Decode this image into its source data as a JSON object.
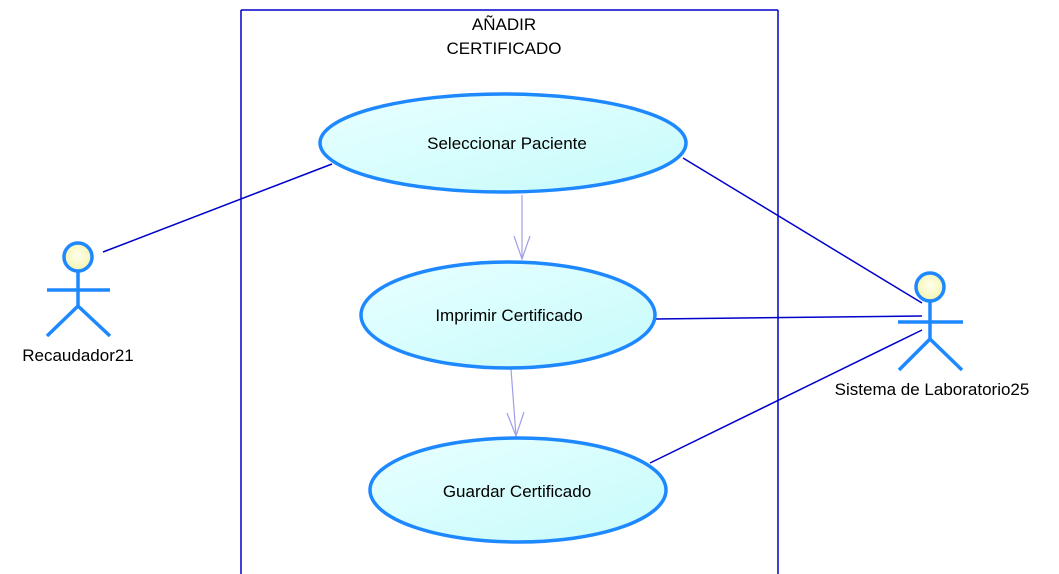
{
  "system_boundary": {
    "title_line1": "AÑADIR",
    "title_line2": "CERTIFICADO"
  },
  "use_cases": {
    "seleccionar": "Seleccionar Paciente",
    "imprimir": "Imprimir Certificado",
    "guardar": "Guardar Certificado"
  },
  "actors": {
    "recaudador": "Recaudador21",
    "sistema": "Sistema de Laboratorio25"
  },
  "colors": {
    "line": "#0000cc",
    "ellipse_stroke": "#1e88ff",
    "ellipse_fill": "#d7ffff",
    "actor_stroke": "#1e88ff",
    "actor_head_fill": "#fffde0",
    "dependency": "#9f9fe6"
  }
}
